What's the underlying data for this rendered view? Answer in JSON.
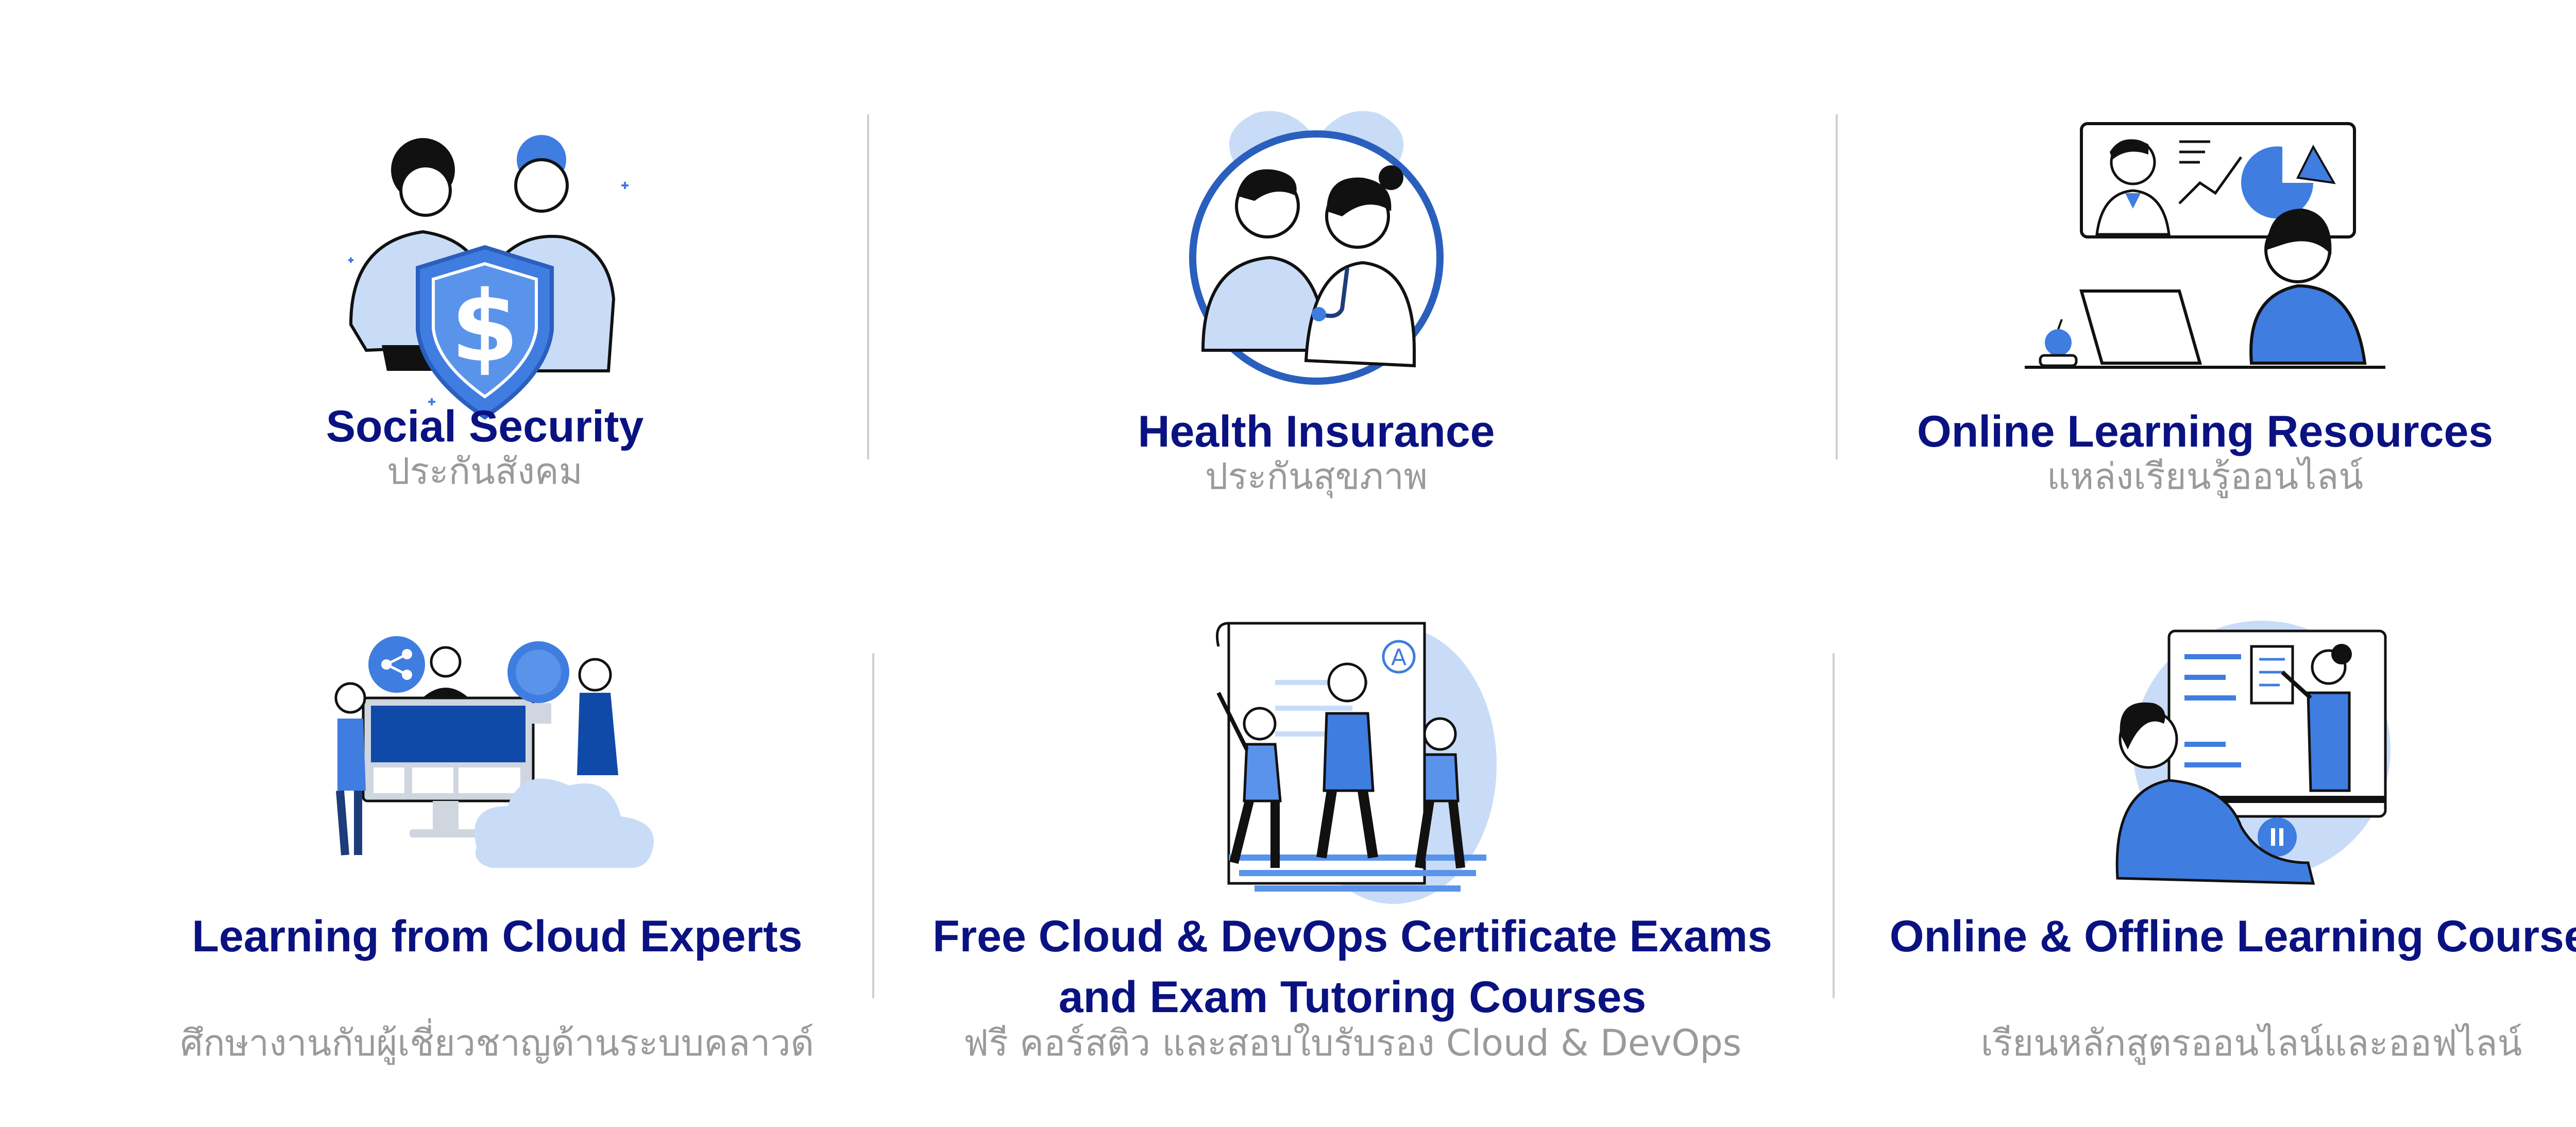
{
  "benefits": [
    {
      "title": "Social Security",
      "subtitle": "ประกันสังคม",
      "icon": "social-security-illustration"
    },
    {
      "title": "Health Insurance",
      "subtitle": "ประกันสุขภาพ",
      "icon": "health-insurance-illustration"
    },
    {
      "title": "Online Learning Resources",
      "subtitle": "แหล่งเรียนรู้ออนไลน์",
      "icon": "online-learning-illustration"
    },
    {
      "title": "Learning from Cloud Experts",
      "subtitle": "ศึกษางานกับผู้เชี่ยวชาญด้านระบบคลาวด์",
      "icon": "cloud-experts-illustration"
    },
    {
      "title_line1": "Free Cloud & DevOps Certificate Exams",
      "title_line2": "and Exam Tutoring Courses",
      "subtitle": "ฟรี คอร์สติว และสอบใบรับรอง Cloud & DevOps",
      "icon": "certificate-exams-illustration"
    },
    {
      "title": "Online & Offline Learning Courses",
      "subtitle": "เรียนหลักสูตรออนไลน์และออฟไลน์",
      "icon": "learning-courses-illustration"
    }
  ],
  "colors": {
    "title": "#0a1282",
    "subtitle": "#9a9a9a",
    "accent": "#3f7de0",
    "light": "#c9dcf7",
    "divider": "#cfcfcf"
  }
}
